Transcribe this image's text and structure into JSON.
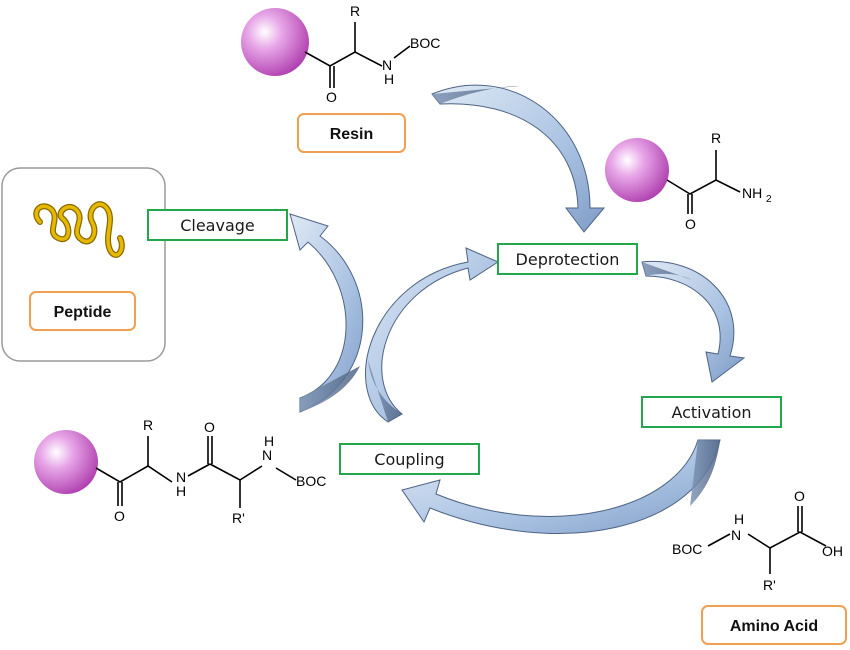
{
  "steps": {
    "resin": "Resin",
    "deprotection": "Deprotection",
    "activation": "Activation",
    "coupling": "Coupling",
    "cleavage": "Cleavage",
    "peptide": "Peptide",
    "amino_acid": "Amino Acid"
  },
  "chem": {
    "r": "R",
    "r_prime": "R'",
    "boc": "BOC",
    "o": "O",
    "h": "H",
    "n": "N",
    "nh": "NH",
    "nh2_base": "NH",
    "nh2_sub": "2",
    "oh": "OH"
  },
  "colors": {
    "green_box": "#22a84a",
    "orange_box": "#f0a050",
    "arrow_fill": "#b8cfe8",
    "arrow_dark": "#5a6f8e",
    "resin_bead": "#cc66cc",
    "peptide_gold": "#d9a400"
  }
}
